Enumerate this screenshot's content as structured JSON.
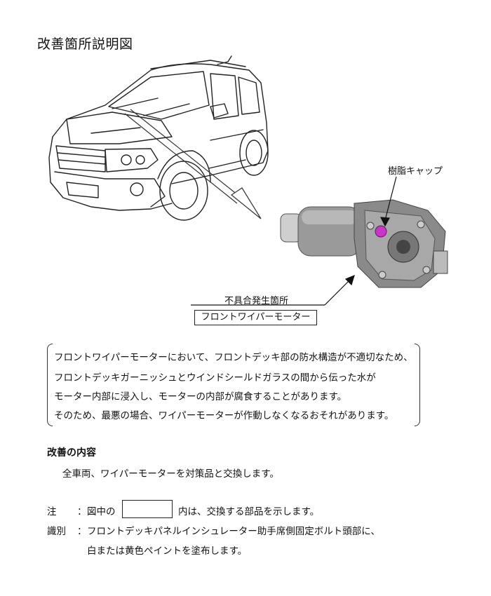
{
  "title": "改善箇所説明図",
  "labels": {
    "resin_cap": "樹脂キャップ",
    "defect_location": "不具合発生箇所",
    "part_name": "フロントワイパーモーター"
  },
  "notice_lines": [
    "フロントワイパーモーターにおいて、フロントデッキ部の防水構造が不適切なため、",
    "フロントデッキガーニッシュとウインドシールドガラスの間から伝った水が",
    "モーター内部に浸入し、モーターの内部が腐食することがあります。",
    "そのため、最悪の場合、ワイパーモーターが作動しなくなるおそれがあります。"
  ],
  "improvement": {
    "heading": "改善の内容",
    "body": "全車両、ワイパーモーターを対策品と交換します。"
  },
  "note": {
    "label": "注",
    "colon": "：",
    "text_before_box": "図中の",
    "text_after_box": "内は、交換する部品を示します。"
  },
  "identification": {
    "label": "識別",
    "colon": "：",
    "line1": "フロントデッキパネルインシュレーター助手席側固定ボルト頭部に、",
    "line2": "白または黄色ペイントを塗布します。"
  },
  "colors": {
    "marker": "#cc33cc",
    "motor_body": "#8a8a8a"
  }
}
